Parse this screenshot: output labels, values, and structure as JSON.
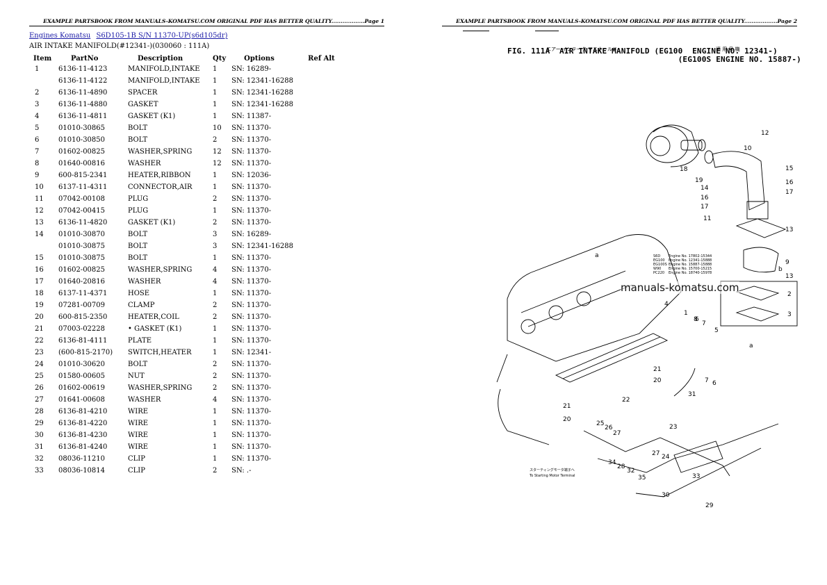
{
  "header": {
    "left": "EXAMPLE PARTSBOOK FROM MANUALS-KOMATSU.COM ORIGINAL PDF HAS BETTER QUALITY..................Page 1",
    "right": "EXAMPLE PARTSBOOK FROM MANUALS-KOMATSU.COM ORIGINAL PDF HAS BETTER QUALITY..................Page 2"
  },
  "breadcrumb": {
    "link1": "Engines Komatsu",
    "link2": "S6D105-1B S/N 11370-UP(s6d105dr)"
  },
  "subtitle": "AIR INTAKE MANIFOLD(#12341-)(030060 : 111A)",
  "table": {
    "headers": [
      "Item",
      "PartNo",
      "Description",
      "Qty",
      "Options",
      "Ref Alt"
    ],
    "rows": [
      [
        "1",
        "6136-11-4123",
        "MANIFOLD,INTAKE",
        "1",
        "SN: 16289-",
        ""
      ],
      [
        "",
        "6136-11-4122",
        "MANIFOLD,INTAKE",
        "1",
        "SN: 12341-16288",
        ""
      ],
      [
        "2",
        "6136-11-4890",
        "SPACER",
        "1",
        "SN: 12341-16288",
        ""
      ],
      [
        "3",
        "6136-11-4880",
        "GASKET",
        "1",
        "SN: 12341-16288",
        ""
      ],
      [
        "4",
        "6136-11-4811",
        "GASKET (K1)",
        "1",
        "SN: 11387-",
        ""
      ],
      [
        "5",
        "01010-30865",
        "BOLT",
        "10",
        "SN: 11370-",
        ""
      ],
      [
        "6",
        "01010-30850",
        "BOLT",
        "2",
        "SN: 11370-",
        ""
      ],
      [
        "7",
        "01602-00825",
        "WASHER,SPRING",
        "12",
        "SN: 11370-",
        ""
      ],
      [
        "8",
        "01640-00816",
        "WASHER",
        "12",
        "SN: 11370-",
        ""
      ],
      [
        "9",
        "600-815-2341",
        "HEATER,RIBBON",
        "1",
        "SN: 12036-",
        ""
      ],
      [
        "10",
        "6137-11-4311",
        "CONNECTOR,AIR",
        "1",
        "SN: 11370-",
        ""
      ],
      [
        "11",
        "07042-00108",
        "PLUG",
        "2",
        "SN: 11370-",
        ""
      ],
      [
        "12",
        "07042-00415",
        "PLUG",
        "1",
        "SN: 11370-",
        ""
      ],
      [
        "13",
        "6136-11-4820",
        "GASKET (K1)",
        "2",
        "SN: 11370-",
        ""
      ],
      [
        "14",
        "01010-30870",
        "BOLT",
        "3",
        "SN: 16289-",
        ""
      ],
      [
        "",
        "01010-30875",
        "BOLT",
        "3",
        "SN: 12341-16288",
        ""
      ],
      [
        "15",
        "01010-30875",
        "BOLT",
        "1",
        "SN: 11370-",
        ""
      ],
      [
        "16",
        "01602-00825",
        "WASHER,SPRING",
        "4",
        "SN: 11370-",
        ""
      ],
      [
        "17",
        "01640-20816",
        "WASHER",
        "4",
        "SN: 11370-",
        ""
      ],
      [
        "18",
        "6137-11-4371",
        "HOSE",
        "1",
        "SN: 11370-",
        ""
      ],
      [
        "19",
        "07281-00709",
        "CLAMP",
        "2",
        "SN: 11370-",
        ""
      ],
      [
        "20",
        "600-815-2350",
        "HEATER,COIL",
        "2",
        "SN: 11370-",
        ""
      ],
      [
        "21",
        "07003-02228",
        "• GASKET (K1)",
        "1",
        "SN: 11370-",
        ""
      ],
      [
        "22",
        "6136-81-4111",
        "PLATE",
        "1",
        "SN: 11370-",
        ""
      ],
      [
        "23",
        "(600-815-2170)",
        "SWITCH,HEATER",
        "1",
        "SN: 12341-",
        ""
      ],
      [
        "24",
        "01010-30620",
        "BOLT",
        "2",
        "SN: 11370-",
        ""
      ],
      [
        "25",
        "01580-00605",
        "NUT",
        "2",
        "SN: 11370-",
        ""
      ],
      [
        "26",
        "01602-00619",
        "WASHER,SPRING",
        "2",
        "SN: 11370-",
        ""
      ],
      [
        "27",
        "01641-00608",
        "WASHER",
        "4",
        "SN: 11370-",
        ""
      ],
      [
        "28",
        "6136-81-4210",
        "WIRE",
        "1",
        "SN: 11370-",
        ""
      ],
      [
        "29",
        "6136-81-4220",
        "WIRE",
        "1",
        "SN: 11370-",
        ""
      ],
      [
        "30",
        "6136-81-4230",
        "WIRE",
        "1",
        "SN: 11370-",
        ""
      ],
      [
        "31",
        "6136-81-4240",
        "WIRE",
        "1",
        "SN: 11370-",
        ""
      ],
      [
        "32",
        "08036-11210",
        "CLIP",
        "1",
        "SN: 11370-",
        ""
      ],
      [
        "33",
        "08036-10814",
        "CLIP",
        "2",
        "SN: .-",
        ""
      ]
    ]
  },
  "figure": {
    "jp_line1": "エアー インテーク マニホールド",
    "jp_line2": "適 用 号 機",
    "title": "FIG. 111A  AIR INTAKE MANIFOLD (EG100  ENGINE NO. 12341-)\n                                    (EG100S ENGINE NO. 15887-)",
    "watermark": "manuals-komatsu.com",
    "callouts": [
      "1",
      "2",
      "3",
      "4",
      "5",
      "6",
      "7",
      "8",
      "9",
      "10",
      "11",
      "12",
      "13",
      "14",
      "15",
      "16",
      "17",
      "18",
      "19",
      "20",
      "21",
      "22",
      "23",
      "24",
      "25",
      "26",
      "27",
      "28",
      "29",
      "30",
      "31",
      "32",
      "33",
      "34",
      "35",
      "a",
      "b"
    ],
    "starter_note_jp": "スターティングモータ端子へ",
    "starter_note": "To Starting Motor Terminal",
    "model_table": [
      [
        "S6D",
        "Engine No. 17802-15344"
      ],
      [
        "EG100",
        "Engine No. 12341-15888"
      ],
      [
        "EG100S",
        "Engine No. 15887-15888"
      ],
      [
        "W90",
        "Engine No. 15700-15215"
      ],
      [
        "PC220",
        "Engine No. 18740-15978"
      ]
    ]
  }
}
